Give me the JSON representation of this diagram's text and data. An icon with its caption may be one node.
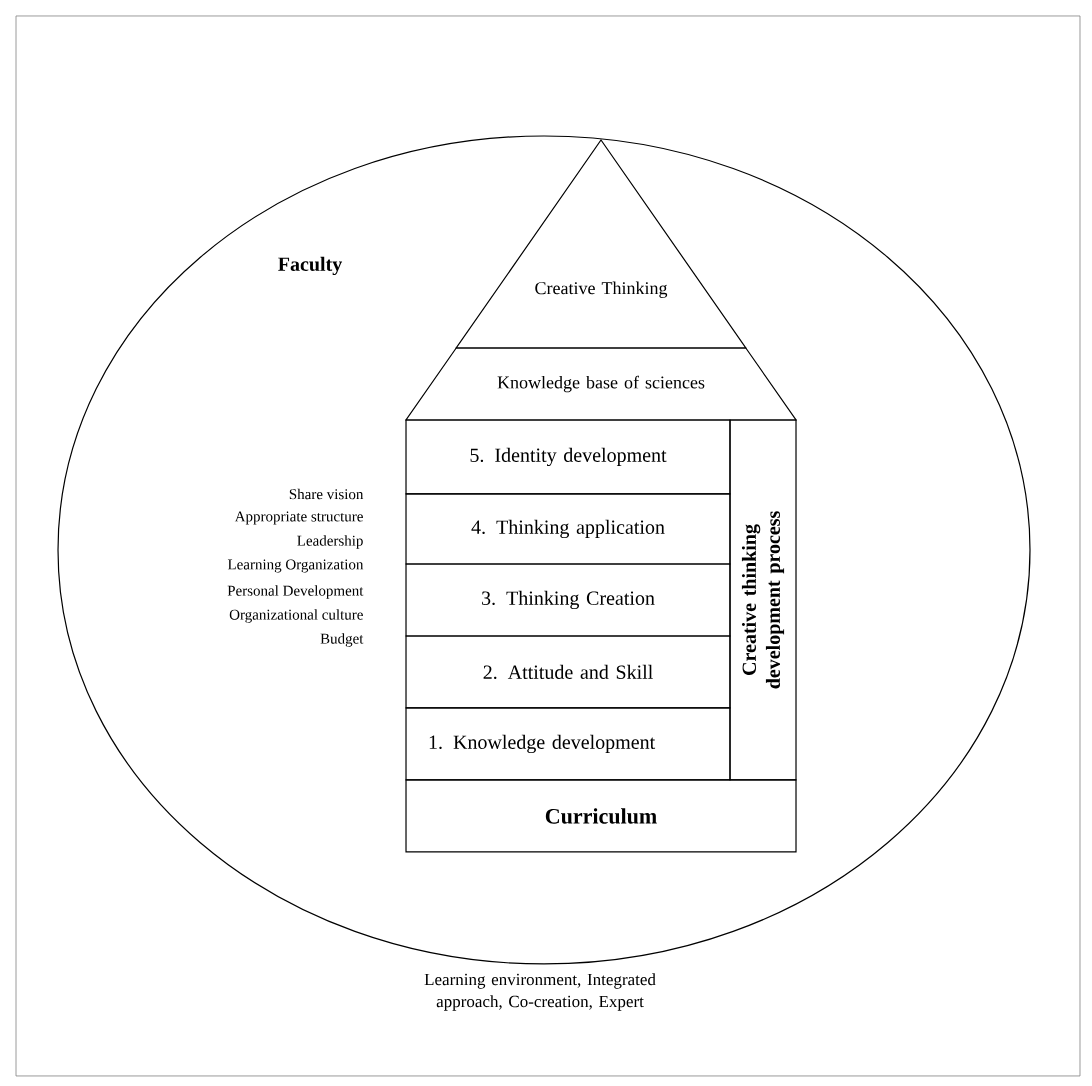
{
  "diagram": {
    "nodes": [
      {
        "text": [
          "Creative Thinking"
        ]
      },
      {
        "text": [
          "Knowledge base of sciences"
        ]
      },
      {
        "text": [
          "5. Identity development"
        ]
      },
      {
        "text": [
          "4. Thinking application"
        ]
      },
      {
        "text": [
          "3. Thinking Creation"
        ]
      },
      {
        "text": [
          "2. Attitude and Skill"
        ]
      },
      {
        "text": [
          "1. Knowledge development"
        ]
      },
      {
        "text": [
          "Creative thinking development process"
        ]
      },
      {
        "text": [
          "Curriculum"
        ]
      }
    ],
    "labels": [
      "Faculty",
      "Share vision",
      "Appropriate structure",
      "Leadership",
      "Learning Organization",
      "Personal Development",
      "Organizational culture",
      "Budget",
      "Learning environment, Integrated approach, Co-creation, Expert"
    ]
  }
}
